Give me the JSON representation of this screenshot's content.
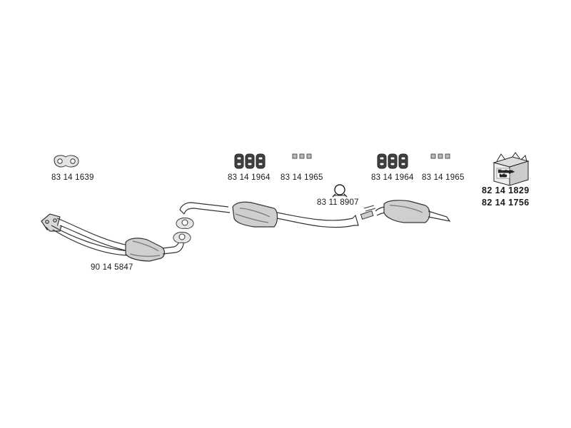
{
  "colors": {
    "background": "#ffffff",
    "line": "#333333",
    "part_fill": "#c8c8c8",
    "part_dark": "#8a8a8a"
  },
  "parts": [
    {
      "id": "front-pipe",
      "number": "90 14 5847",
      "icon": "front-pipe-icon"
    },
    {
      "id": "gasket",
      "number": "83 14 1639",
      "icon": "flange-gasket-icon"
    },
    {
      "id": "rubber-hanger-1",
      "number": "83 14 1964",
      "icon": "rubber-hanger-icon"
    },
    {
      "id": "hanger-clip-1",
      "number": "83 14 1965",
      "icon": "hanger-clip-icon"
    },
    {
      "id": "clamp",
      "number": "83 11 8907",
      "icon": "pipe-clamp-icon"
    },
    {
      "id": "rubber-hanger-2",
      "number": "83 14 1964",
      "icon": "rubber-hanger-icon"
    },
    {
      "id": "hanger-clip-2",
      "number": "83 14 1965",
      "icon": "hanger-clip-icon"
    },
    {
      "id": "mounting-kit",
      "numbers": [
        "82 14 1829",
        "82 14 1756"
      ],
      "icon": "mounting-kit-box-icon",
      "box_text": [
        "Montage-",
        "teile"
      ]
    }
  ]
}
